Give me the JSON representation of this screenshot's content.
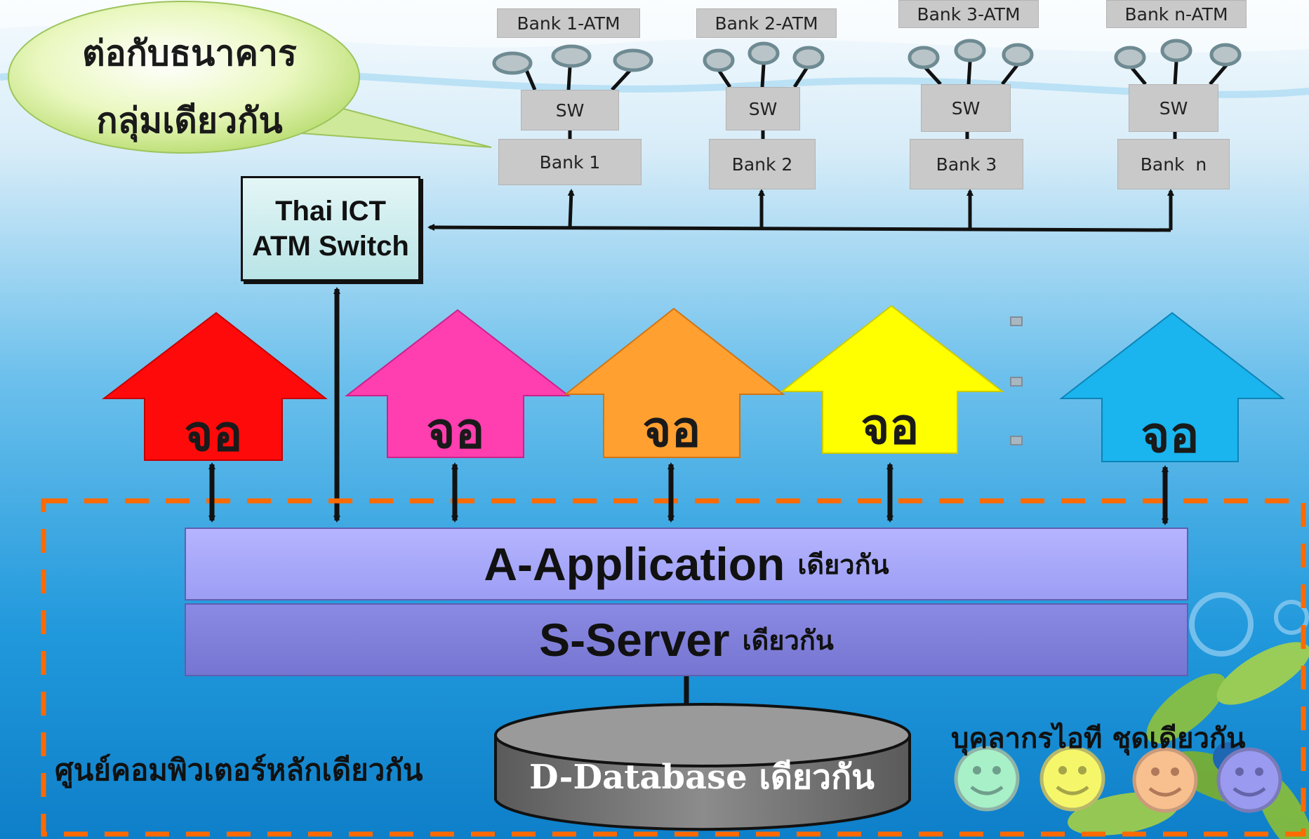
{
  "colors": {
    "arrow_red": "#ff0000",
    "arrow_pink": "#ff3fb0",
    "arrow_orange": "#ffa030",
    "arrow_yellow": "#ffff00",
    "arrow_cyan": "#1ab4ee",
    "application_layer": "#a7a7ff",
    "server_layer": "#7e7ed8",
    "database": "#7a7a7a",
    "dashed_border": "#ff6a00"
  },
  "callout": {
    "line1": "ต่อกับธนาคาร",
    "line2": "กลุ่มเดียวกัน"
  },
  "switch": {
    "line1": "Thai ICT",
    "line2": "ATM Switch"
  },
  "banks": [
    {
      "atm": "Bank 1-ATM",
      "sw": "SW",
      "name": "Bank 1"
    },
    {
      "atm": "Bank 2-ATM",
      "sw": "SW",
      "name": "Bank 2"
    },
    {
      "atm": "Bank 3-ATM",
      "sw": "SW",
      "name": "Bank 3"
    },
    {
      "atm": "Bank n-ATM",
      "sw": "SW",
      "name": "Bank  n"
    }
  ],
  "screens": [
    "จอ",
    "จอ",
    "จอ",
    "จอ",
    "จอ"
  ],
  "application": {
    "title": "A-Application",
    "suffix": "เดียวกัน"
  },
  "server": {
    "title": "S-Server",
    "suffix": "เดียวกัน"
  },
  "database": {
    "label": "D-Database เดียวกัน"
  },
  "center_label": "ศูนย์คอมพิวเตอร์หลักเดียวกัน",
  "staff_label": "บุคลากรไอที ชุดเดียวกัน",
  "icons": [
    "smiley-icon",
    "smiley-icon",
    "smiley-icon",
    "smiley-icon"
  ]
}
